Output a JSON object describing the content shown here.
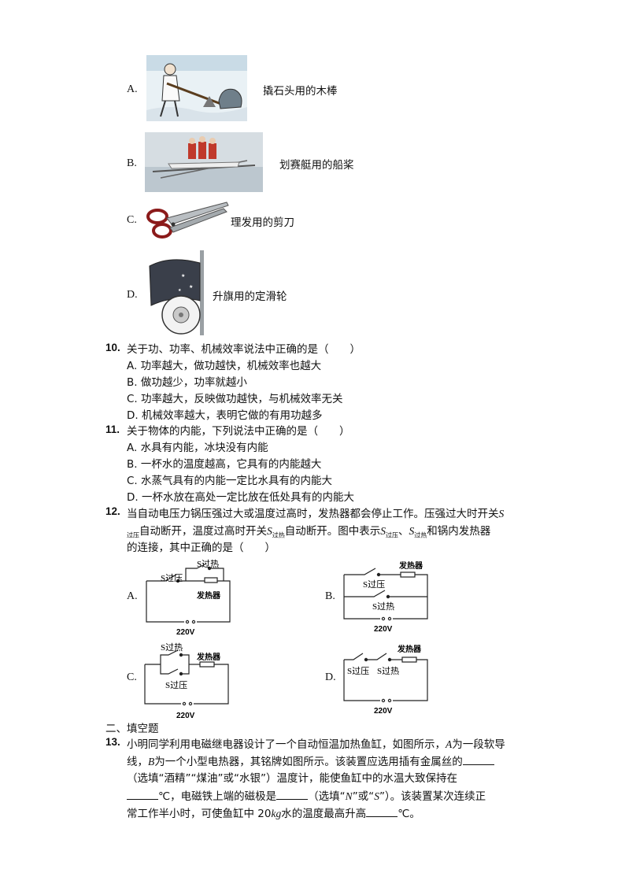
{
  "q9_options": [
    {
      "letter": "A.",
      "caption": "撬石头用的木棒",
      "icon": "lever-photo"
    },
    {
      "letter": "B.",
      "caption": "划赛艇用的船桨",
      "icon": "rowing-photo"
    },
    {
      "letter": "C.",
      "caption": "理发用的剪刀",
      "icon": "scissors-photo"
    },
    {
      "letter": "D.",
      "caption": "升旗用的定滑轮",
      "icon": "flag-pulley-photo"
    }
  ],
  "q10": {
    "num": "10.",
    "stem": "关于功、功率、机械效率说法中正确的是（　　）",
    "choices": [
      "A. 功率越大，做功越快，机械效率也越大",
      "B. 做功越少，功率就越小",
      "C. 功率越大，反映做功越快，与机械效率无关",
      "D. 机械效率越大，表明它做的有用功越多"
    ]
  },
  "q11": {
    "num": "11.",
    "stem": "关于物体的内能，下列说法中正确的是（　　）",
    "choices": [
      "A. 水具有内能，冰块没有内能",
      "B. 一杯水的温度越高，它具有的内能越大",
      "C. 水蒸气具有的内能一定比水具有的内能大",
      "D. 一杯水放在高处一定比放在低处具有的内能大"
    ]
  },
  "q12": {
    "num": "12.",
    "line1": "当自动电压力锅压强过大或温度过高时，发热器都会停止工作。压强过大时开关",
    "line1_s": "S",
    "line2_sub": "过压",
    "line2": "自动断开，温度过高时开关",
    "line2_s": "S",
    "line2_sub2": "过热",
    "line2_end": "自动断开。图中表示",
    "line2_s3": "S",
    "line2_sub3": "过压",
    "line2_sep": "、",
    "line2_s4": "S",
    "line2_sub4": "过热",
    "line2_tail": "和锅内发热器",
    "line3": "的连接，其中正确的是（　　）",
    "options": [
      "A.",
      "B.",
      "C.",
      "D."
    ],
    "labels": {
      "s_guore": "S过热",
      "s_guoya": "S过压",
      "heater": "发热器",
      "voltage": "220V"
    }
  },
  "section2": "二、填空题",
  "q13": {
    "num": "13.",
    "l1": "小明同学利用电磁继电器设计了一个自动恒温加热鱼缸，如图所示，",
    "l1_a": "A",
    "l1_b": "为一段软导",
    "l2_pre": "线，",
    "l2_b": "B",
    "l2": "为一个小型电热器，其铭牌如图所示。该装置应选用插有金属丝的",
    "l3": "（选填“酒精”“煤油”或“水银”）温度计，能使鱼缸中的水温大致保持在",
    "l4_a": "℃，电磁铁上端的磁极是",
    "l4_b": "（选填“",
    "l4_n": "N",
    "l4_c": "”或“",
    "l4_s": "S",
    "l4_d": "”）。该装置某次连续正",
    "l5_a": "常工作半小时，可使鱼缸中 20",
    "l5_kg": "kg",
    "l5_b": "水的温度最高升高",
    "l5_c": "℃。"
  }
}
